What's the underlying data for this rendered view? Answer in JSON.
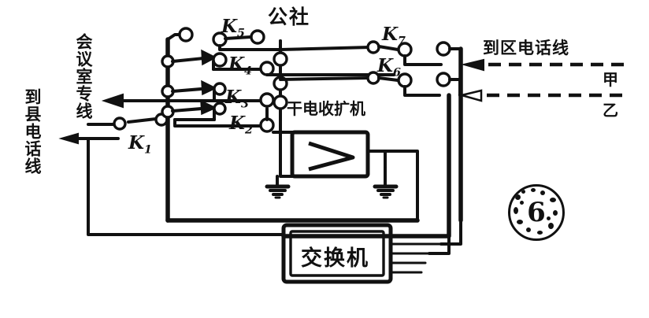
{
  "document": {
    "title": "公社",
    "kind": "hand-drawn-schematic"
  },
  "labels": {
    "commune_title": "公社",
    "to_district_phone_line": "到区电话线",
    "line_a": "甲",
    "line_b": "乙",
    "to_county_phone_line": "到县电话线",
    "conference_room_line": "会议室专线",
    "dry_battery_receiver_amplifier": "干电收扩机",
    "switchboard": "交换机"
  },
  "switches": [
    {
      "id": "K1",
      "name": "K",
      "sub": "1"
    },
    {
      "id": "K2",
      "name": "K",
      "sub": "2"
    },
    {
      "id": "K3",
      "name": "K",
      "sub": "3"
    },
    {
      "id": "K4",
      "name": "K",
      "sub": "4"
    },
    {
      "id": "K5",
      "name": "K",
      "sub": "5"
    },
    {
      "id": "K6",
      "name": "K",
      "sub": "6"
    },
    {
      "id": "K7",
      "name": "K",
      "sub": "7"
    }
  ],
  "seal": {
    "digit": "6"
  },
  "colors": {
    "ink": "#111111",
    "paper": "#ffffff"
  }
}
